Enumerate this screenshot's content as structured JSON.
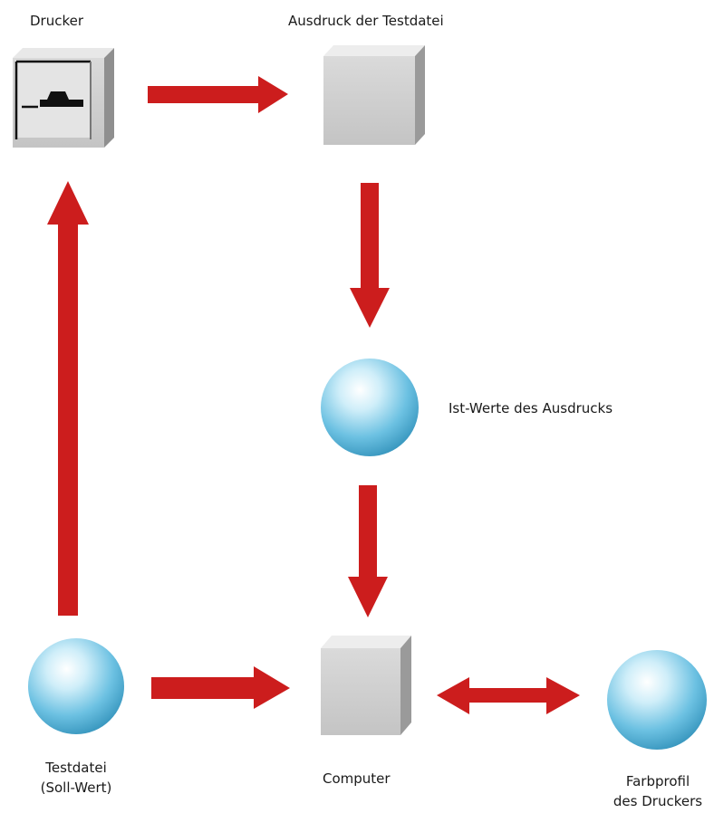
{
  "nodes": {
    "drucker": {
      "label": "Drucker"
    },
    "ausdruck": {
      "label": "Ausdruck der Testdatei"
    },
    "ist_werte": {
      "label": "Ist-Werte des Ausdrucks"
    },
    "testdatei": {
      "label_line1": "Testdatei",
      "label_line2": "(Soll-Wert)"
    },
    "computer": {
      "label": "Computer"
    },
    "farbprofil": {
      "label_line1": "Farbprofil",
      "label_line2": "des Druckers"
    }
  },
  "colors": {
    "arrow": "#cc1d1d",
    "box_gray": "#c8c8c8",
    "sphere": "#5fb8da"
  }
}
